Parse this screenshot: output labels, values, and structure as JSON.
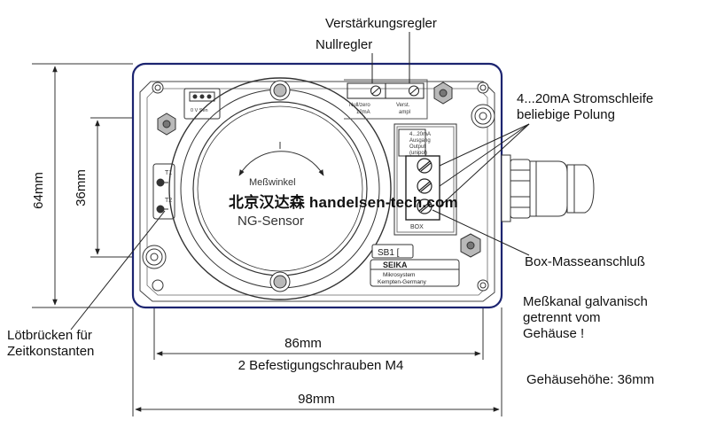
{
  "labels": {
    "verstaerkungsregler": "Verstärkungsregler",
    "nullregler": "Nullregler",
    "stromschleife_1": "4...20mA Stromschleife",
    "stromschleife_2": "beliebige Polung",
    "box_masse": "Box-Masseanschluß",
    "messkanal_1": "Meßkanal galvanisch",
    "messkanal_2": "getrennt vom",
    "messkanal_3": "Gehäuse !",
    "gehaeusehoehe": "Gehäusehöhe: 36mm",
    "loetbruecken_1": "Lötbrücken für",
    "loetbruecken_2": "Zeitkonstanten",
    "befestigung": "2 Befestigungschrauben M4"
  },
  "dimensions": {
    "height_outer": "64mm",
    "height_inner": "36mm",
    "width_holes": "86mm",
    "width_outer": "98mm"
  },
  "device": {
    "sensor_name": "NG-Sensor",
    "messwinkel": "Meßwinkel",
    "t1": "T1",
    "t2": "T2",
    "null_zero": "Null/zero",
    "verst_ampl": "Verst.",
    "twelve_ma": "12mA",
    "ampl": "ampl",
    "out_1": "4...20mA",
    "out_2": "Ausgang",
    "out_3": "Output",
    "out_4": "(unipol)",
    "box": "BOX",
    "sb1": "SB1 [",
    "seika": "SEIKA",
    "mikro": "Mikrosystem",
    "kempten": "Kempten-Germany",
    "pin_labels": "0 V Sen"
  },
  "watermark": "北京汉达森 handelsen-tech.com",
  "colors": {
    "housing": "#1c2470",
    "lines": "#222222",
    "screw_fill": "#b9b9b9"
  }
}
